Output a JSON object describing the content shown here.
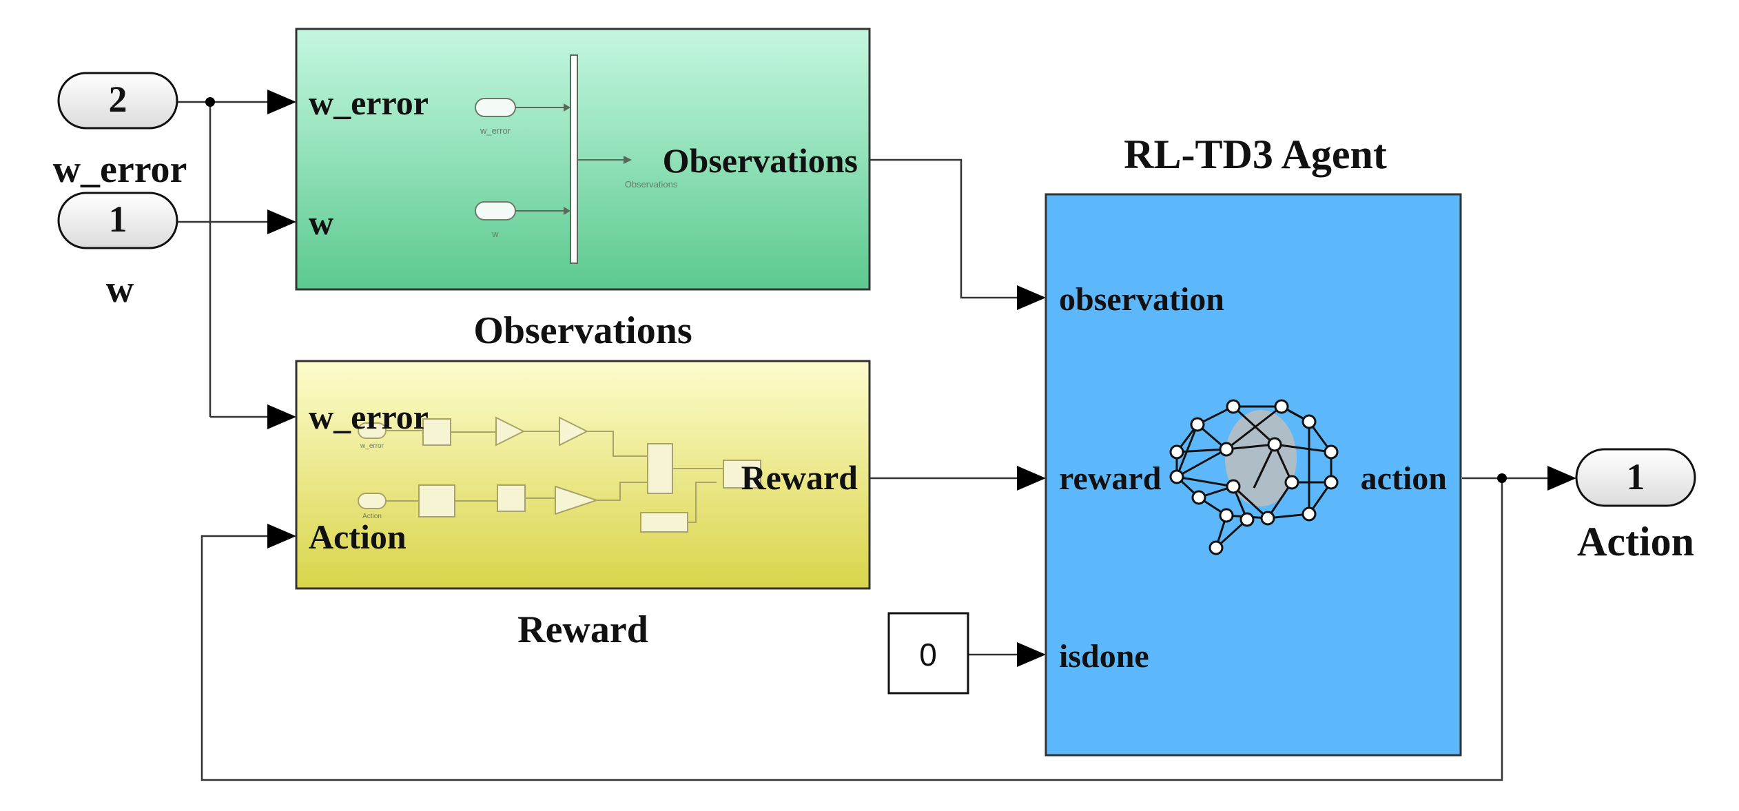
{
  "inports": [
    {
      "number": "2",
      "name": "w_error"
    },
    {
      "number": "1",
      "name": "w"
    }
  ],
  "outport": {
    "number": "1",
    "name": "Action"
  },
  "observations_block": {
    "title": "Observations",
    "inputs": [
      "w_error",
      "w"
    ],
    "output": "Observations",
    "inner_labels": [
      "w_error",
      "w",
      "Observations"
    ],
    "color": "#9fe8c4"
  },
  "reward_block": {
    "title": "Reward",
    "inputs": [
      "w_error",
      "Action"
    ],
    "output": "Reward",
    "inner_labels": [
      "w_error",
      "Action"
    ],
    "color": "#f2f09a"
  },
  "agent_block": {
    "title": "RL-TD3 Agent",
    "inputs": [
      "observation",
      "reward",
      "isdone"
    ],
    "output": "action",
    "color": "#5cb8fa"
  },
  "constant_block": {
    "value": "0"
  },
  "icons": [
    "neural-network-brain-icon"
  ]
}
